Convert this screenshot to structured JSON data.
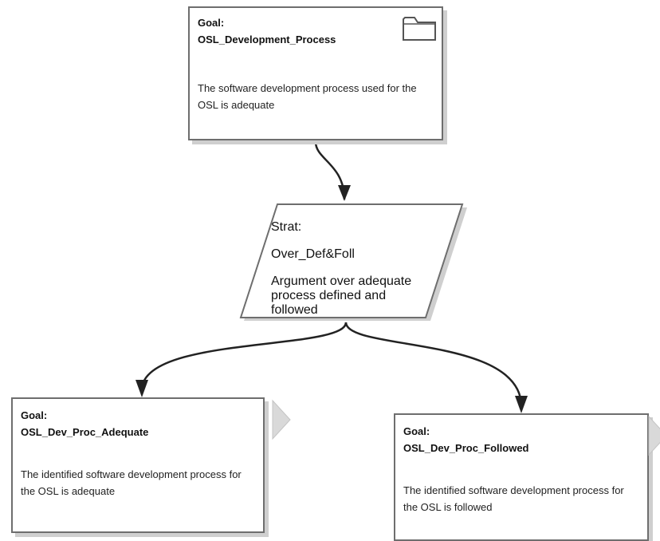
{
  "nodes": {
    "top_goal": {
      "label": "Goal:",
      "name": "OSL_Development_Process",
      "description": "The software development process used for the OSL is adequate"
    },
    "strategy": {
      "label": "Strat:",
      "name": "Over_Def&Foll",
      "description": "Argument over adequate process defined and followed"
    },
    "left_goal": {
      "label": "Goal:",
      "name": "OSL_Dev_Proc_Adequate",
      "description": "The identified software development process for the OSL is adequate"
    },
    "right_goal": {
      "label": "Goal:",
      "name": "OSL_Dev_Proc_Followed",
      "description": "The identified software development process for the OSL is followed"
    }
  },
  "icons": {
    "top_goal": "folder-icon",
    "left_goal": "undeveloped-triangle",
    "right_goal": "undeveloped-triangle"
  },
  "colors": {
    "border": "#6e6e6e",
    "shadow": "#cfcfcf",
    "arrow": "#222222"
  }
}
